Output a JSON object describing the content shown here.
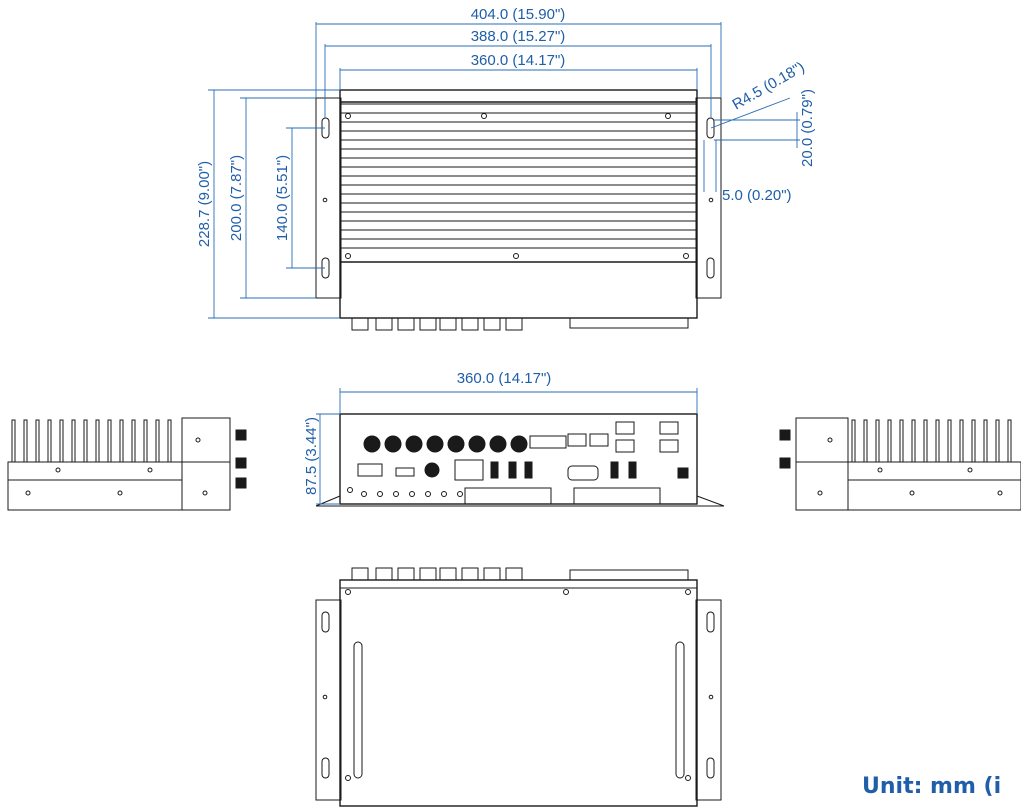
{
  "dimensions": {
    "top_overall_width": "404.0 (15.90\")",
    "top_mount_width": "388.0 (15.27\")",
    "top_body_width": "360.0 (14.17\")",
    "top_overall_height": "228.7 (9.00\")",
    "top_mount_height": "200.0 (7.87\")",
    "top_slot_height": "140.0 (5.51\")",
    "slot_radius": "R4.5 (0.18\")",
    "slot_length": "20.0 (0.79\")",
    "flange_offset": "5.0 (0.20\")",
    "front_width": "360.0 (14.17\")",
    "front_height": "87.5 (3.44\")"
  },
  "unit_label": "Unit: mm (i",
  "colors": {
    "dimension": "#2a6db5",
    "line": "#1a1a1a",
    "unit_text": "#1f5ea8"
  }
}
